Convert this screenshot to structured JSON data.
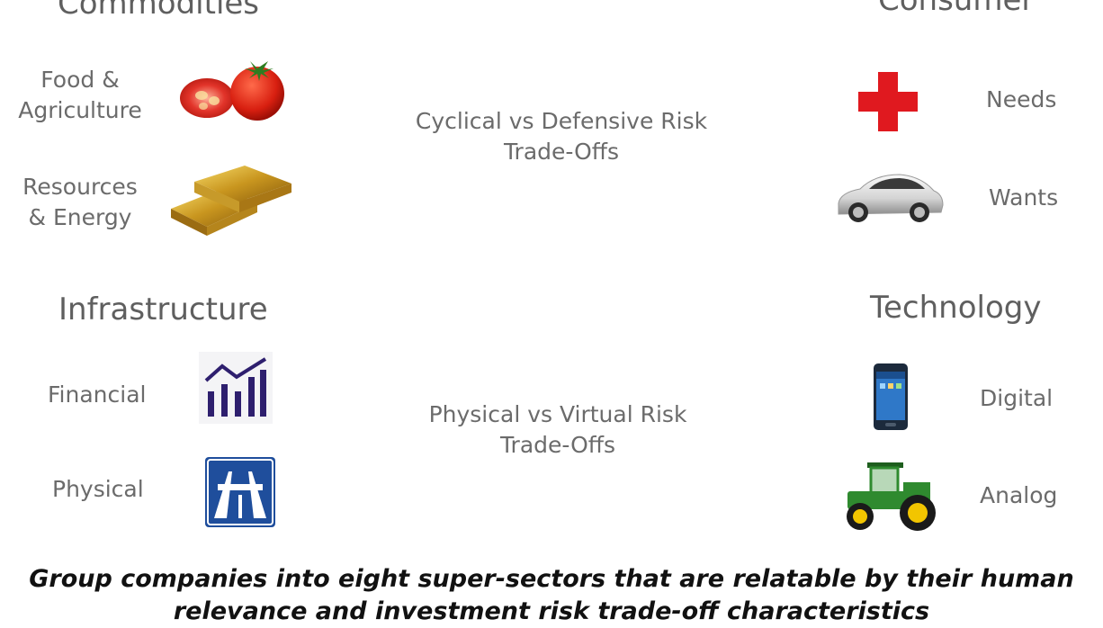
{
  "sections": {
    "commodities": {
      "title": "Commodities",
      "items": [
        {
          "label_line1": "Food &",
          "label_line2": "Agriculture",
          "icon": "tomato-icon"
        },
        {
          "label_line1": "Resources",
          "label_line2": "& Energy",
          "icon": "gold-bars-icon"
        }
      ]
    },
    "consumer": {
      "title": "Consumer",
      "items": [
        {
          "label": "Needs",
          "icon": "red-cross-icon"
        },
        {
          "label": "Wants",
          "icon": "car-icon"
        }
      ]
    },
    "infrastructure": {
      "title": "Infrastructure",
      "items": [
        {
          "label": "Financial",
          "icon": "bar-chart-icon"
        },
        {
          "label": "Physical",
          "icon": "motorway-icon"
        }
      ]
    },
    "technology": {
      "title": "Technology",
      "items": [
        {
          "label": "Digital",
          "icon": "smartphone-icon"
        },
        {
          "label": "Analog",
          "icon": "tractor-icon"
        }
      ]
    }
  },
  "tradeoffs": {
    "top": {
      "line1": "Cyclical vs Defensive Risk",
      "line2": "Trade-Offs"
    },
    "bottom": {
      "line1": "Physical vs Virtual Risk",
      "line2": "Trade-Offs"
    }
  },
  "footer": {
    "line1": "Group companies into eight super-sectors that are relatable by their human",
    "line2": "relevance and investment risk trade-off characteristics"
  },
  "colors": {
    "heading": "#5f5f5f",
    "label": "#6b6b6b",
    "footer": "#111111",
    "cross": "#e0191f",
    "chart": "#2e1f6e",
    "motorway": "#1f4e9c",
    "tractor_green": "#2f8a2f",
    "tractor_yellow": "#f2c500"
  }
}
